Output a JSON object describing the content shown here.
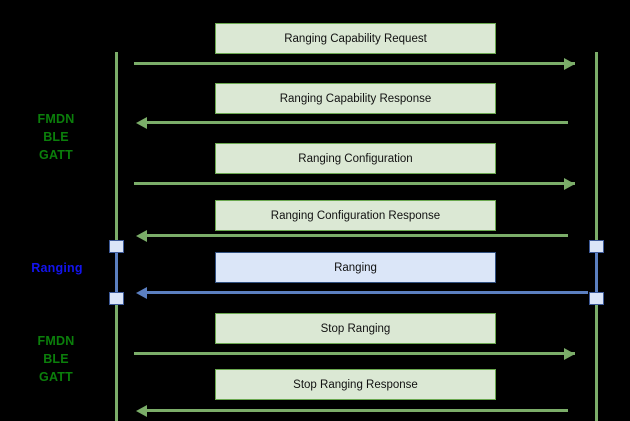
{
  "diagram": {
    "type": "sequence-diagram",
    "background_color": "#000000",
    "colors": {
      "green_line": "#7bad69",
      "green_box_fill": "#dbe8d4",
      "green_box_border": "#6aa84f",
      "green_text": "#0b7f0b",
      "blue_line": "#5b7fc0",
      "blue_box_fill": "#dbe6f8",
      "blue_box_border": "#31507f",
      "blue_text": "#1414ee",
      "message_text": "#111111"
    }
  },
  "side_labels": [
    {
      "text": "FMDN\nBLE\nGATT",
      "color": "green"
    },
    {
      "text": "Ranging",
      "color": "blue"
    },
    {
      "text": "FMDN\nBLE\nGATT",
      "color": "green"
    }
  ],
  "messages": [
    {
      "label": "Ranging Capability Request",
      "direction": "right",
      "style": "green"
    },
    {
      "label": "Ranging Capability Response",
      "direction": "left",
      "style": "green"
    },
    {
      "label": "Ranging Configuration",
      "direction": "right",
      "style": "green"
    },
    {
      "label": "Ranging Configuration Response",
      "direction": "left",
      "style": "green"
    },
    {
      "label": "Ranging",
      "direction": "left",
      "style": "blue"
    },
    {
      "label": "Stop Ranging",
      "direction": "right",
      "style": "green"
    },
    {
      "label": "Stop Ranging Response",
      "direction": "left",
      "style": "green"
    }
  ]
}
